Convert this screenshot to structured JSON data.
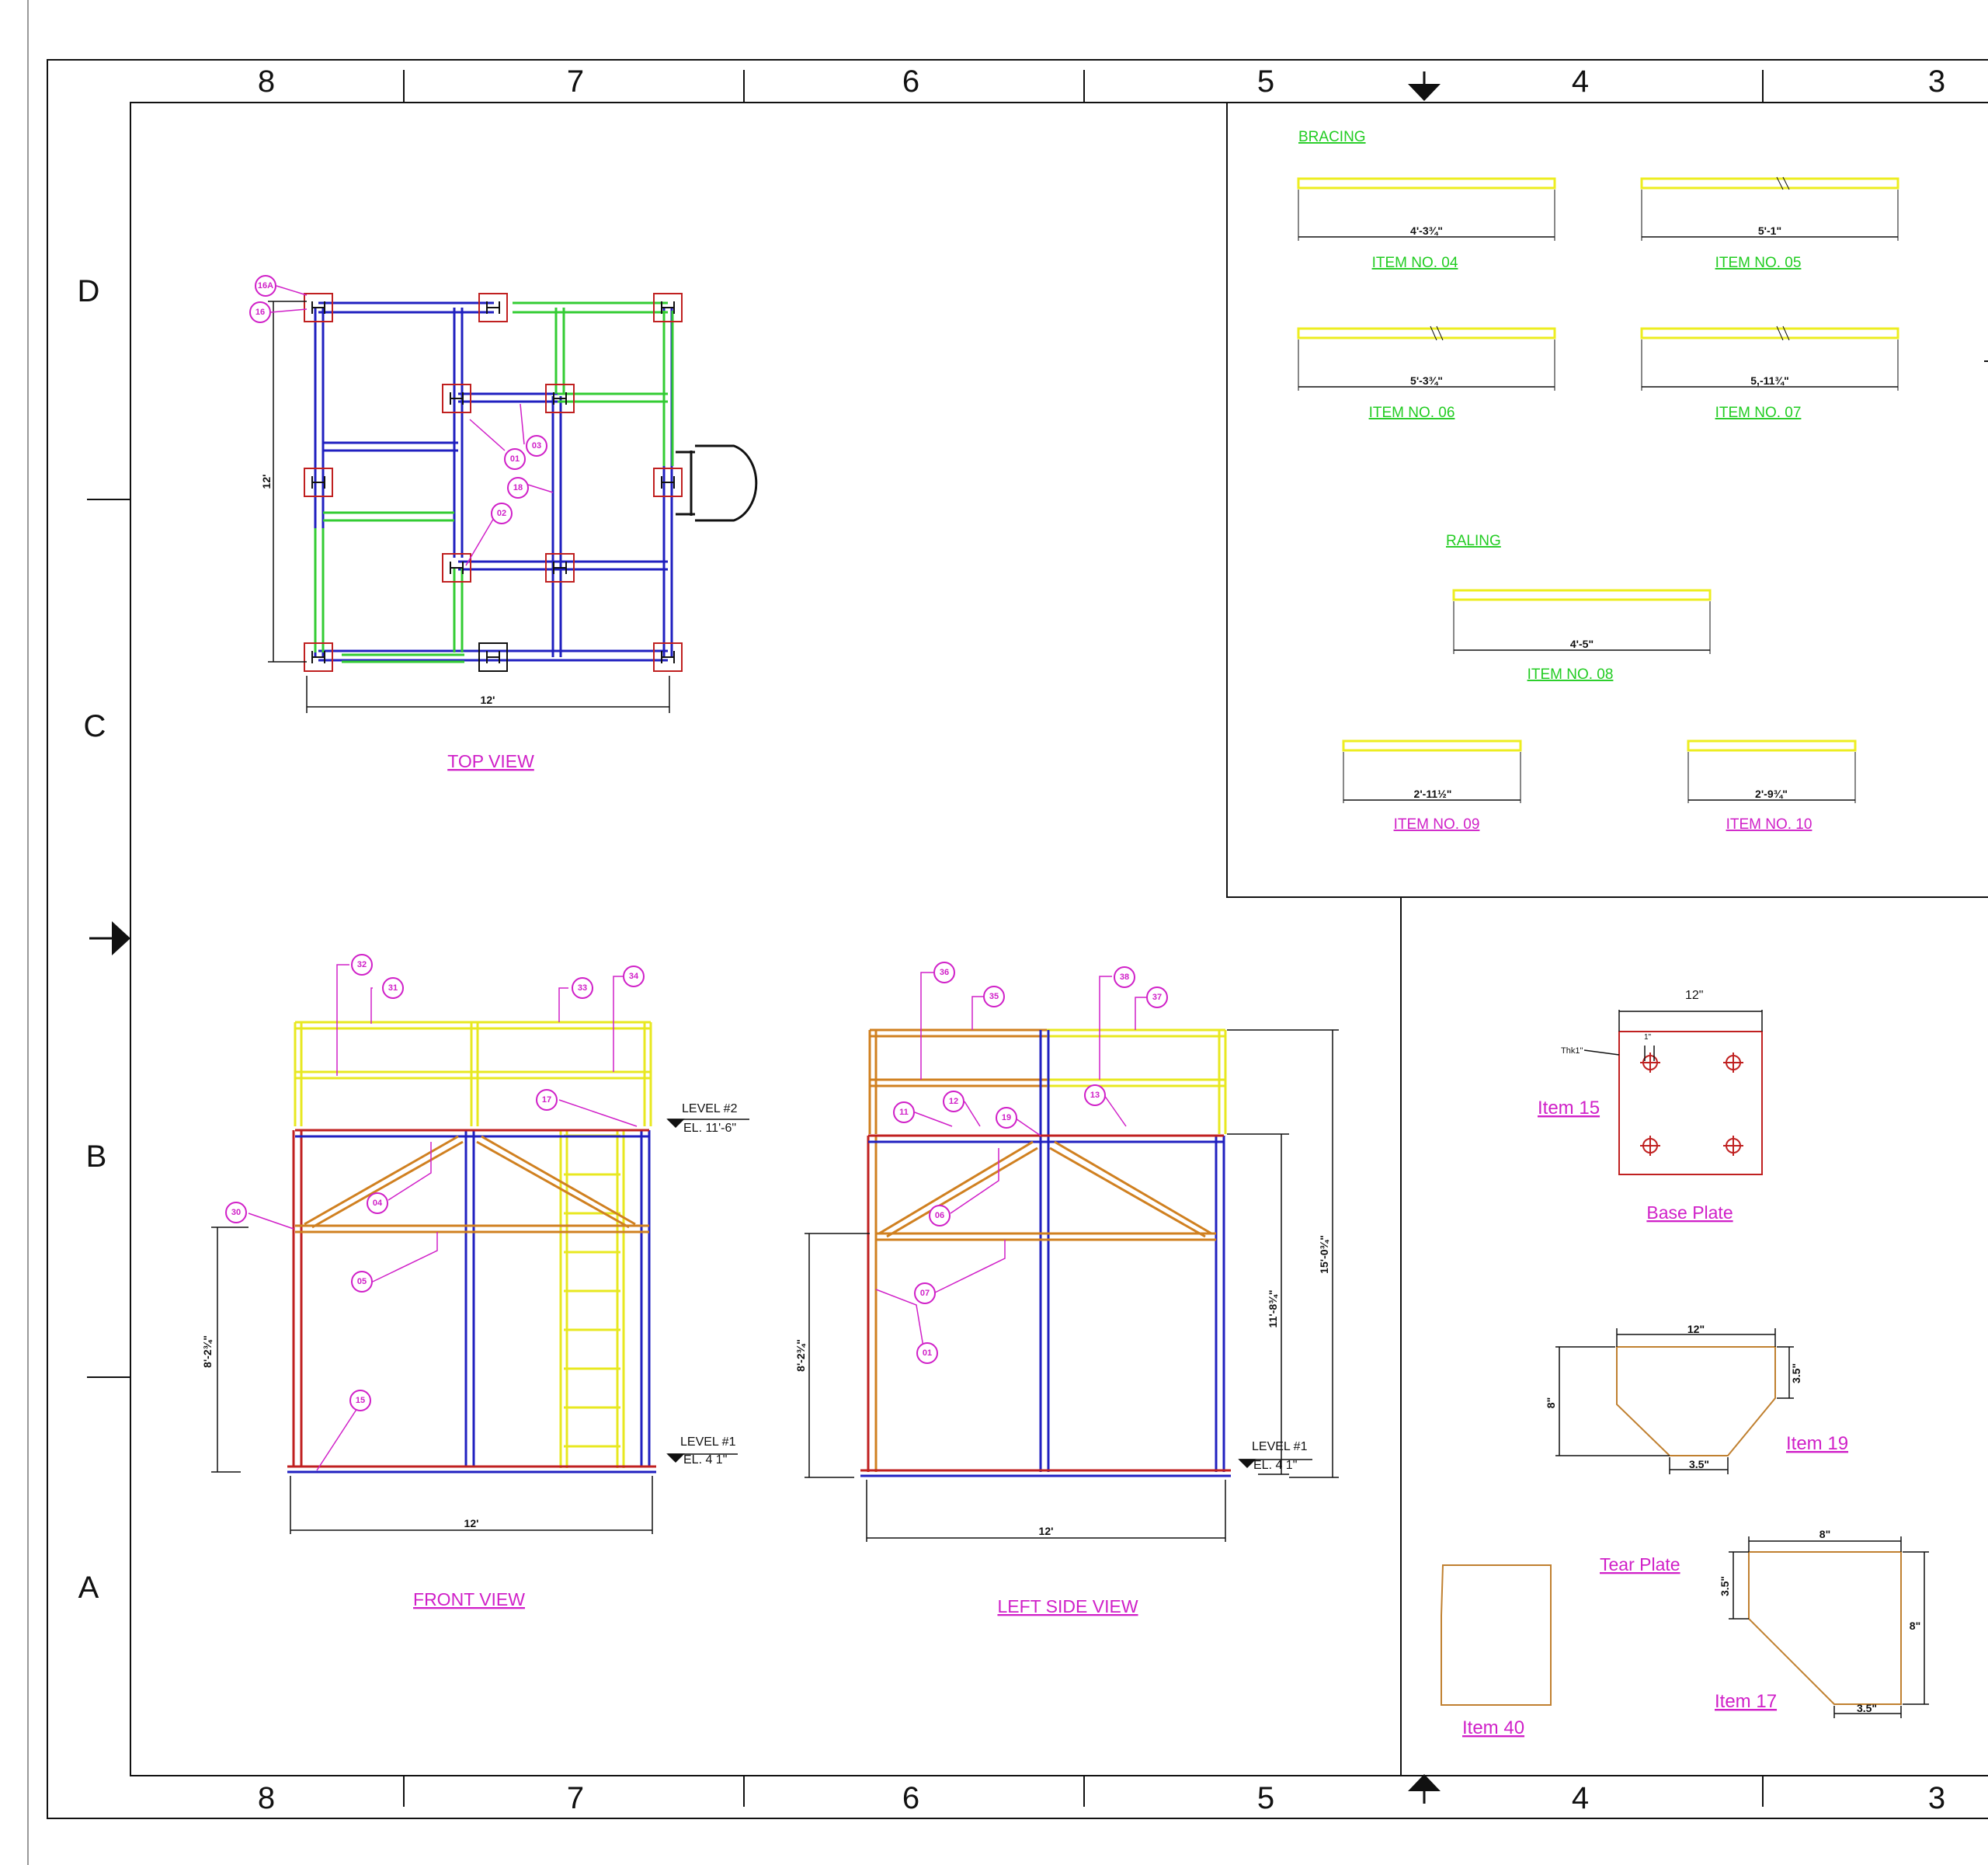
{
  "border": {
    "columns_top": [
      "8",
      "7",
      "6",
      "5",
      "4",
      "3"
    ],
    "columns_bottom": [
      "8",
      "7",
      "6",
      "5",
      "4",
      "3"
    ],
    "rows": [
      "D",
      "C",
      "B",
      "A"
    ]
  },
  "top_view": {
    "title": "TOP VIEW",
    "dim_width": "12'",
    "dim_height": "12'",
    "callouts": [
      "16A",
      "16",
      "01",
      "03",
      "18",
      "02"
    ]
  },
  "bracing": {
    "label": "BRACING",
    "items": [
      {
        "dim": "4'-3¾\"",
        "label": "ITEM NO. 04"
      },
      {
        "dim": "5'-1\"",
        "label": "ITEM NO. 05"
      },
      {
        "dim": "5'-3¾\"",
        "label": "ITEM NO. 06"
      },
      {
        "dim": "5,-11¾\"",
        "label": "ITEM NO. 07"
      }
    ]
  },
  "railing": {
    "label": "RALING",
    "items": [
      {
        "dim": "4'-5\"",
        "label": "ITEM NO. 08"
      },
      {
        "dim": "2'-11½\"",
        "label": "ITEM NO. 09"
      },
      {
        "dim": "2'-9¾\"",
        "label": "ITEM NO. 10"
      }
    ]
  },
  "front_view": {
    "title": "FRONT VIEW",
    "level2": "LEVEL #2",
    "el2": "EL. 11'-6\"",
    "level1": "LEVEL #1",
    "el1": "EL. 4 1\"",
    "dim_width": "12'",
    "dim_height": "8'-2¾\"",
    "callouts": [
      "32",
      "31",
      "33",
      "34",
      "17",
      "30",
      "04",
      "05",
      "15"
    ]
  },
  "left_view": {
    "title": "LEFT SIDE VIEW",
    "level1": "LEVEL #1",
    "el1": "EL. 4 1\"",
    "dim_width": "12'",
    "dim_height_left": "8'-2¾\"",
    "dim_height_mid": "11'-8¾\"",
    "dim_height_right": "15'-0¾\"",
    "callouts": [
      "36",
      "35",
      "38",
      "37",
      "11",
      "12",
      "19",
      "13",
      "06",
      "07",
      "01"
    ]
  },
  "base_plate": {
    "dim_top": "12\"",
    "thk": "Thk1\"",
    "hole_dim": "1\"",
    "item": "Item 15",
    "title": "Base Plate"
  },
  "item19": {
    "dim_top": "12\"",
    "dim_left": "8\"",
    "dim_right": "3.5\"",
    "dim_bottom": "3.5\"",
    "item": "Item 19"
  },
  "tear_plate": {
    "title": "Tear Plate",
    "dim_top": "8\"",
    "dim_left": "3.5\"",
    "dim_right": "8\"",
    "dim_bottom": "3.5\"",
    "item": "Item 17"
  },
  "item40": {
    "item": "Item 40"
  }
}
